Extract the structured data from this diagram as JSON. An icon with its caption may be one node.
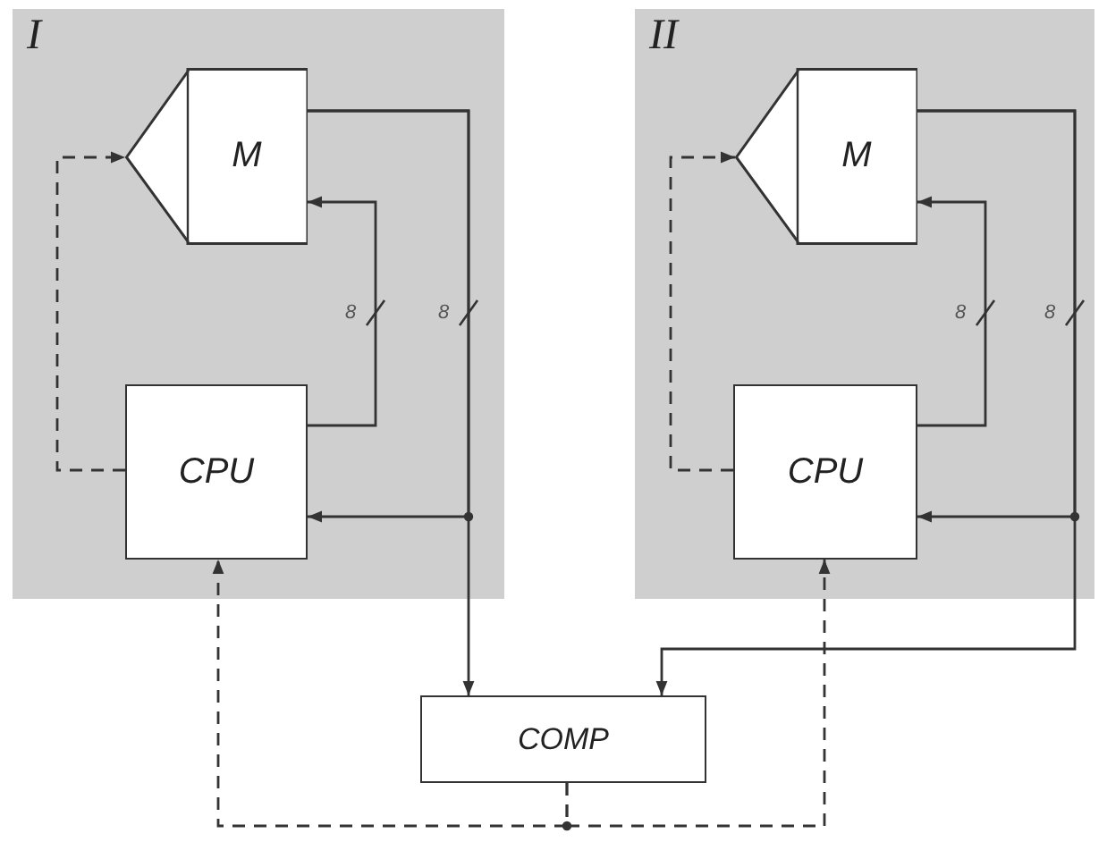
{
  "diagram": {
    "nodes": [
      {
        "text": [
          "I"
        ]
      },
      {
        "text": [
          "M"
        ],
        "in": 0
      },
      {
        "text": [
          "CPU"
        ],
        "in": 0
      },
      {
        "text": [
          "II"
        ]
      },
      {
        "text": [
          "M"
        ],
        "in": 3
      },
      {
        "text": [
          "CPU"
        ],
        "in": 3
      },
      {
        "text": [
          "COMP"
        ]
      }
    ],
    "edges": [
      {
        "from": 2,
        "to": 1,
        "arrow": "to"
      },
      {
        "from": 1,
        "to": 2,
        "arrow": "to"
      },
      {
        "from": 1,
        "to": 6,
        "arrow": "to"
      },
      {
        "from": 2,
        "to": 1,
        "arrow": "to",
        "style": "dashed"
      },
      {
        "from": 5,
        "to": 4,
        "arrow": "to"
      },
      {
        "from": 4,
        "to": 5,
        "arrow": "to"
      },
      {
        "from": 4,
        "to": 6,
        "arrow": "to"
      },
      {
        "from": 5,
        "to": 4,
        "arrow": "to",
        "style": "dashed"
      },
      {
        "from": 6,
        "to": 2,
        "arrow": "to",
        "style": "dashed"
      },
      {
        "from": 6,
        "to": 5,
        "arrow": "to",
        "style": "dashed"
      }
    ],
    "labels": [
      "8",
      "8",
      "8",
      "8"
    ]
  }
}
